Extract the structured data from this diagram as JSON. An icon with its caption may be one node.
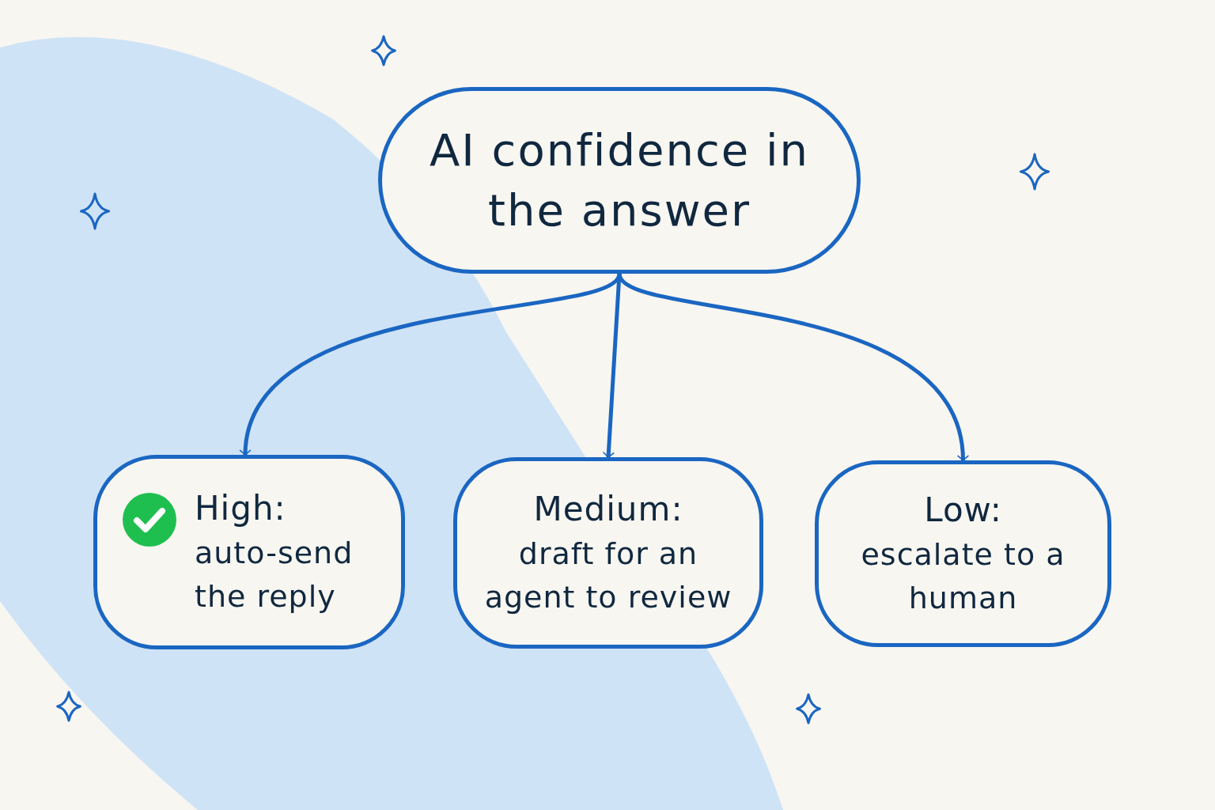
{
  "diagram": {
    "nodes": [
      {
        "text": [
          "AI confidence in the answer"
        ]
      },
      {
        "text": [
          "High:",
          "auto-send the reply"
        ]
      },
      {
        "text": [
          "Medium:",
          "draft for an agent to review"
        ]
      },
      {
        "text": [
          "Low:",
          "escalate to a human"
        ]
      }
    ],
    "edges": [
      {
        "from": 0,
        "to": 1,
        "arrow": "to"
      },
      {
        "from": 0,
        "to": 2,
        "arrow": "to"
      },
      {
        "from": 0,
        "to": 3,
        "arrow": "to"
      }
    ]
  }
}
